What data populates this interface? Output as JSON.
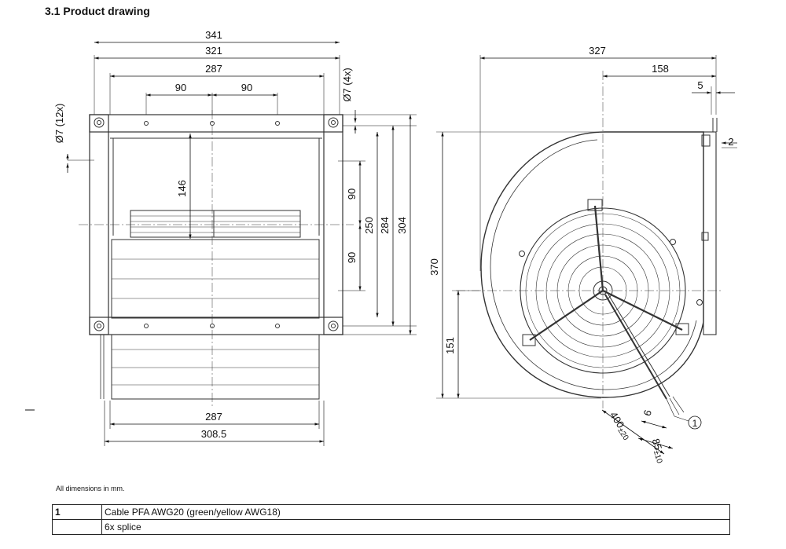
{
  "heading": "3.1 Product drawing",
  "front_view": {
    "dims": {
      "overall_width": "341",
      "flange_width": "321",
      "hole_spacing": "287",
      "pitch_left": "90",
      "pitch_right": "90",
      "hole_side": "Ø7 (12x)",
      "hole_top": "Ø7 (4x)",
      "inlet_height": "146",
      "pitch_v_top": "90",
      "pitch_v_bottom": "90",
      "height_250": "250",
      "height_284": "284",
      "height_304": "304",
      "bottom_width": "287",
      "base_width": "308.5"
    }
  },
  "side_view": {
    "dims": {
      "overall_length": "327",
      "axis_to_outlet": "158",
      "flange_thickness": "5",
      "flange_offset": "2",
      "overall_height": "370",
      "axis_height": "151",
      "cable_length": "400",
      "cable_length_tol": "±20",
      "strip_length": "6",
      "sleeve_length": "85",
      "sleeve_length_tol": "±10",
      "callout": "1"
    }
  },
  "note": "All dimensions in mm.",
  "legend": {
    "rows": [
      {
        "num": "1",
        "text": "Cable PFA AWG20 (green/yellow AWG18)"
      },
      {
        "num": "",
        "text": "6x splice"
      }
    ]
  }
}
